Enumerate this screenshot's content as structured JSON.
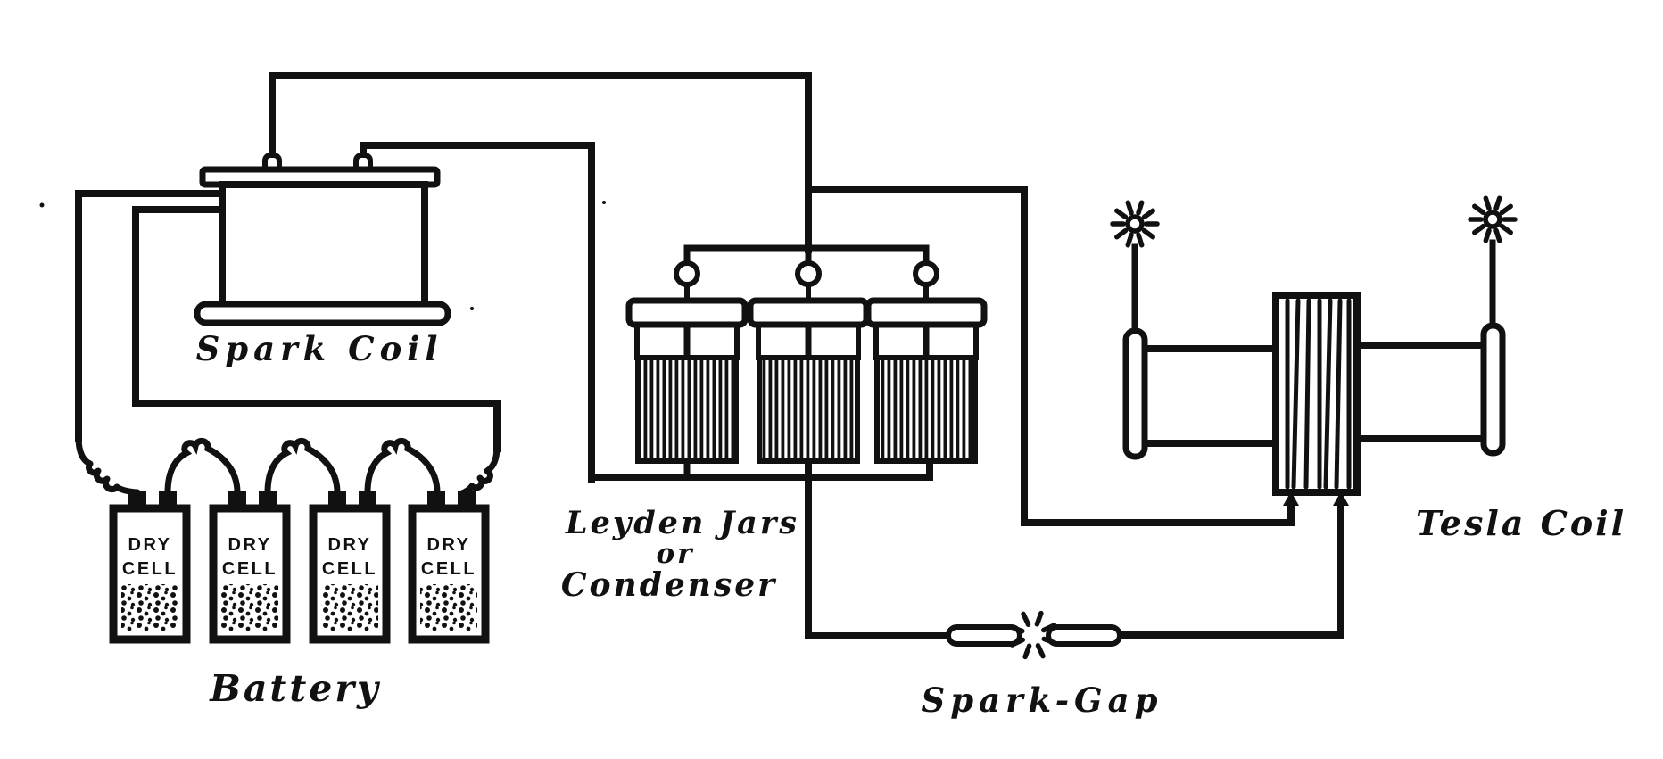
{
  "palette": {
    "ink": "#111111",
    "paper": "#ffffff"
  },
  "components": {
    "spark_coil": {
      "label": "Spark Coil"
    },
    "battery": {
      "label": "Battery",
      "cells": [
        {
          "line1": "DRY",
          "line2": "CELL"
        },
        {
          "line1": "DRY",
          "line2": "CELL"
        },
        {
          "line1": "DRY",
          "line2": "CELL"
        },
        {
          "line1": "DRY",
          "line2": "CELL"
        }
      ]
    },
    "condenser": {
      "label_lines": [
        "Leyden Jars",
        "or",
        "Condenser"
      ],
      "jar_count": 3
    },
    "spark_gap": {
      "label": "Spark-Gap"
    },
    "tesla_coil": {
      "label": "Tesla Coil"
    }
  }
}
